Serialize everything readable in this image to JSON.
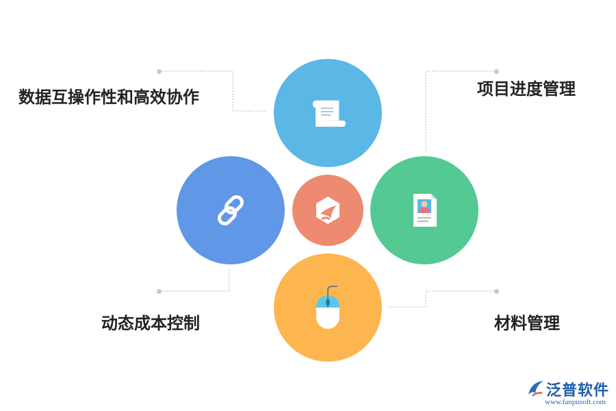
{
  "labels": {
    "top_left": "数据互操作性和高效协作",
    "top_right": "项目进度管理",
    "bottom_left": "动态成本控制",
    "bottom_right": "材料管理"
  },
  "icons": {
    "top": "scroll-document-icon",
    "left": "chain-link-icon",
    "center": "brand-mark-icon",
    "right": "profile-document-icon",
    "bottom": "mouse-icon"
  },
  "colors": {
    "top": "#5ab7e6",
    "left": "#6097e6",
    "center": "#ee8a70",
    "right": "#54c993",
    "bottom": "#fdb64f",
    "connector": "#bbbbbb",
    "dot": "#c8c8c8"
  },
  "watermark": {
    "name": "泛普软件",
    "url": "www.fanpusoft.com"
  }
}
